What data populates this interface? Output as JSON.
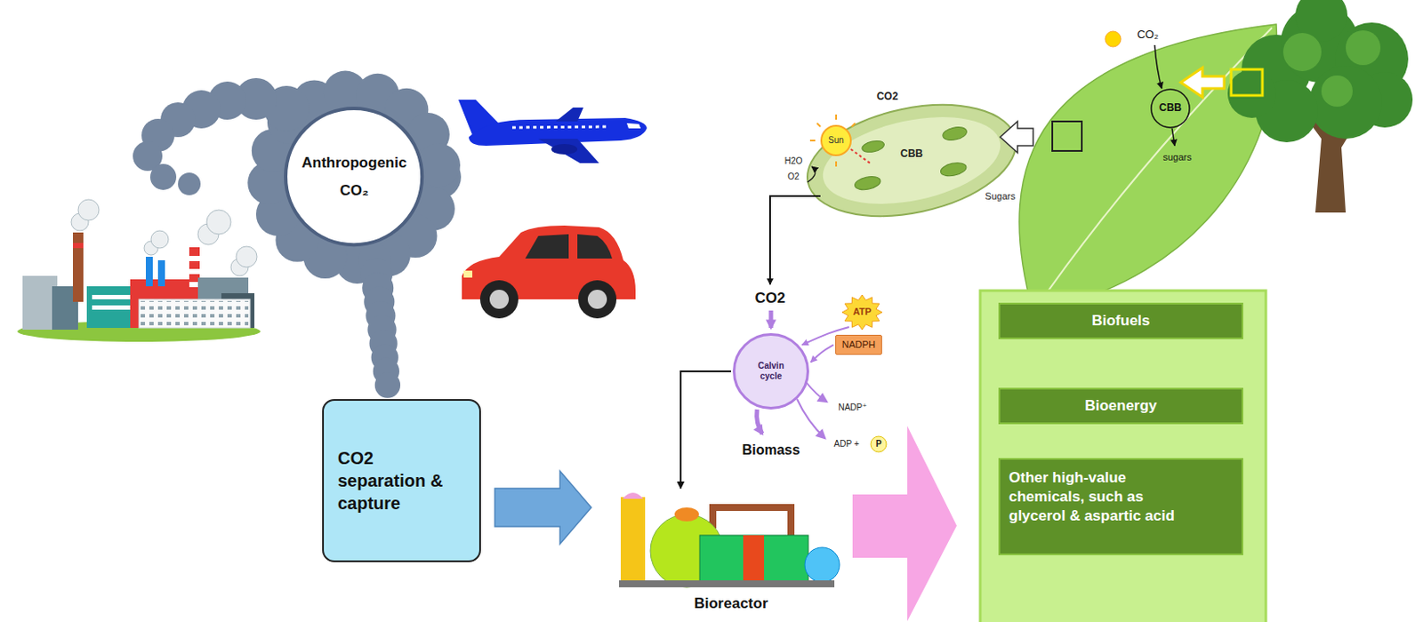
{
  "diagram": {
    "nodes": [
      {
        "text": [
          "Anthropogenic CO₂"
        ]
      },
      {
        "text": [
          "CO2 separation & capture"
        ]
      },
      {
        "text": [
          "ATP"
        ]
      },
      {
        "text": [
          "NADPH"
        ]
      },
      {
        "text": [
          "Calvin cycle"
        ]
      },
      {
        "text": [
          "Bioreactor"
        ]
      },
      {
        "text": [
          "Biofuels"
        ]
      },
      {
        "text": [
          "Bioenergy"
        ]
      },
      {
        "text": [
          "Other high-value chemicals, such as glycerol & aspartic acid"
        ]
      }
    ],
    "edges": [
      {
        "from": 1,
        "to": 5,
        "arrow": "to"
      },
      {
        "from": 2,
        "to": 4,
        "arrow": "to"
      },
      {
        "from": 3,
        "to": 4,
        "arrow": "to"
      },
      {
        "from": 4,
        "to": 5,
        "arrow": "to"
      }
    ],
    "labels": [
      "CO2",
      "Sun",
      "H2O",
      "O2",
      "CBB",
      "Sugars",
      "CO₂",
      "CBB",
      "sugars",
      "CO2",
      "NADP⁺",
      "ADP +",
      "P",
      "Biomass"
    ]
  }
}
